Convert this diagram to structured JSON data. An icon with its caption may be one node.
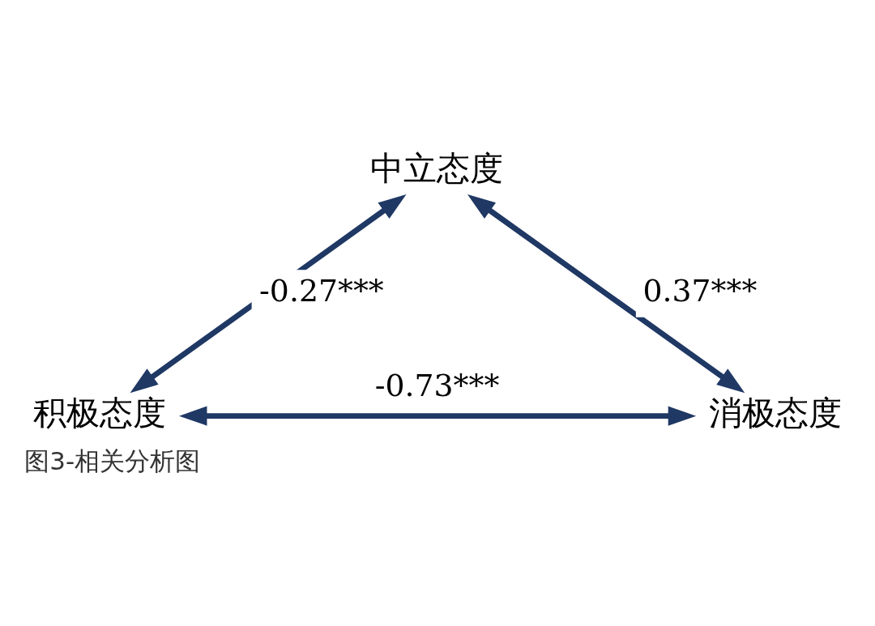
{
  "diagram": {
    "caption": "图3-相关分析图",
    "nodes": [
      {
        "text": [
          "中立态度"
        ]
      },
      {
        "text": [
          "积极态度"
        ]
      },
      {
        "text": [
          "消极态度"
        ]
      }
    ],
    "edges": [
      {
        "from": 1,
        "to": 0,
        "arrow": "both",
        "label": "-0.27***"
      },
      {
        "from": 0,
        "to": 2,
        "arrow": "both",
        "label": "0.37***"
      },
      {
        "from": 1,
        "to": 2,
        "arrow": "both",
        "label": "-0.73***"
      }
    ]
  }
}
